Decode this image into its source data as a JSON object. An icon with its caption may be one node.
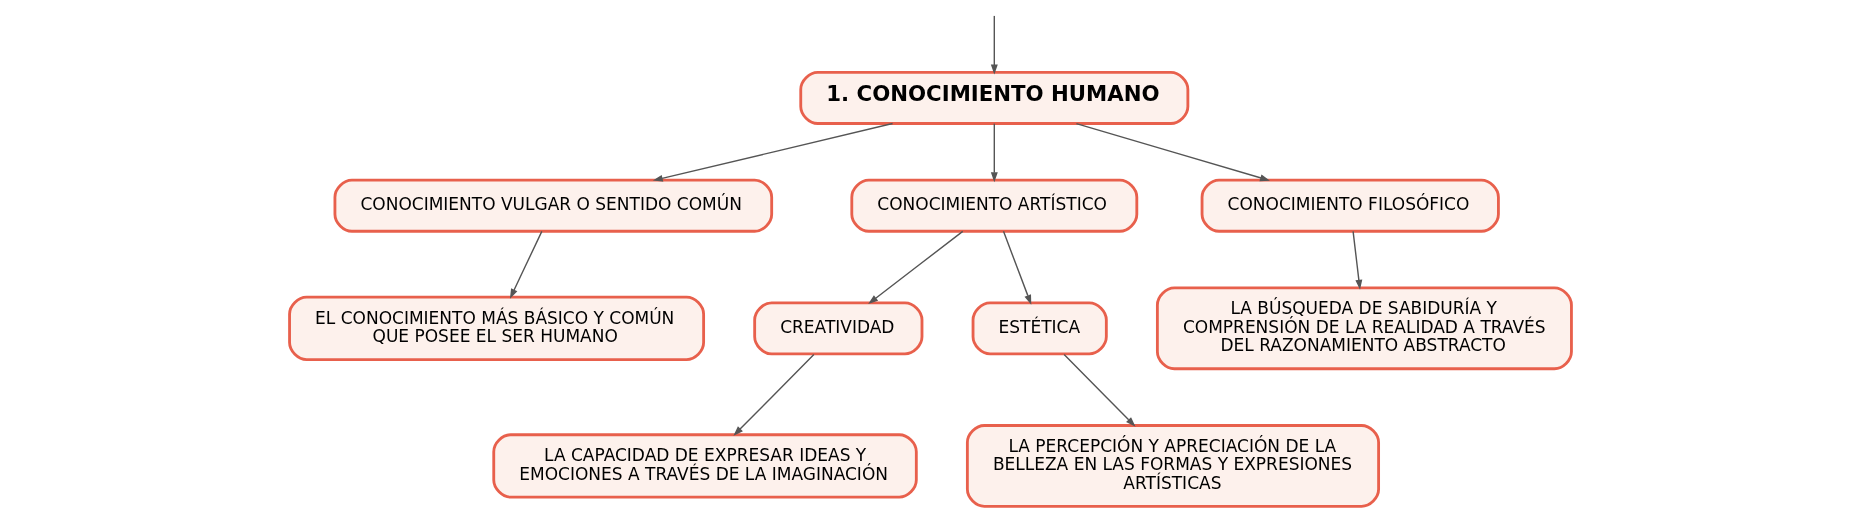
{
  "diagram": {
    "nodes": [
      {
        "text": [
          "1. CONOCIMIENTO HUMANO"
        ]
      },
      {
        "text": [
          "CONOCIMIENTO VULGAR O SENTIDO COMÚN"
        ]
      },
      {
        "text": [
          "CONOCIMIENTO ARTÍSTICO"
        ]
      },
      {
        "text": [
          "CONOCIMIENTO FILOSÓFICO"
        ]
      },
      {
        "text": [
          "EL CONOCIMIENTO MÁS BÁSICO Y COMÚN QUE POSEE EL SER HUMANO"
        ]
      },
      {
        "text": [
          "CREATIVIDAD"
        ]
      },
      {
        "text": [
          "ESTÉTICA"
        ]
      },
      {
        "text": [
          "LA BÚSQUEDA DE SABIDURÍA Y COMPRENSIÓN DE LA REALIDAD A TRAVÉS DEL RAZONAMIENTO ABSTRACTO"
        ]
      },
      {
        "text": [
          "LA CAPACIDAD DE EXPRESAR IDEAS Y EMOCIONES A TRAVÉS DE LA IMAGINACIÓN"
        ]
      },
      {
        "text": [
          "LA PERCEPCIÓN Y APRECIACIÓN DE LA BELLEZA EN LAS FORMAS Y EXPRESIONES ARTÍSTICAS"
        ]
      }
    ],
    "edges": [
      {
        "from": null,
        "to": 0,
        "arrow": "to"
      },
      {
        "from": 0,
        "to": 1,
        "arrow": "to"
      },
      {
        "from": 0,
        "to": 2,
        "arrow": "to"
      },
      {
        "from": 0,
        "to": 3,
        "arrow": "to"
      },
      {
        "from": 1,
        "to": 4,
        "arrow": "to"
      },
      {
        "from": 2,
        "to": 5,
        "arrow": "to"
      },
      {
        "from": 2,
        "to": 6,
        "arrow": "to"
      },
      {
        "from": 3,
        "to": 7,
        "arrow": "to"
      },
      {
        "from": 5,
        "to": 8,
        "arrow": "to"
      },
      {
        "from": 6,
        "to": 9,
        "arrow": "to"
      }
    ]
  }
}
